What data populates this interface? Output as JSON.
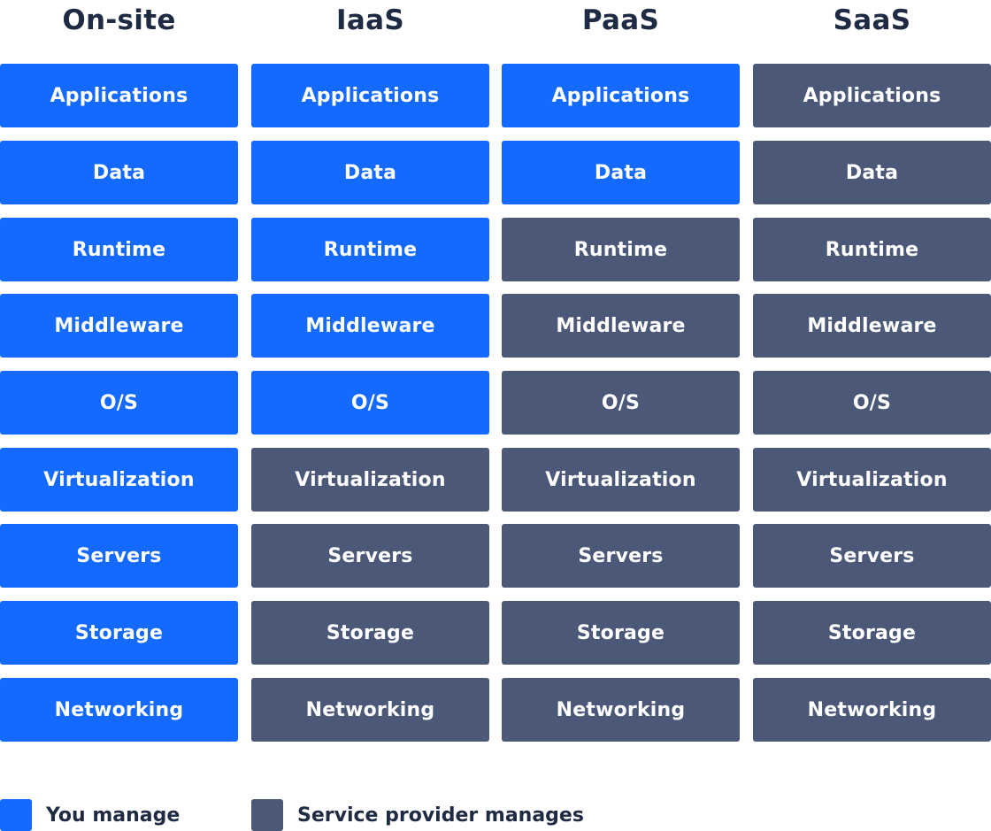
{
  "columns": [
    {
      "title": "On-site",
      "cells": [
        {
          "label": "Applications",
          "managed_by": "you"
        },
        {
          "label": "Data",
          "managed_by": "you"
        },
        {
          "label": "Runtime",
          "managed_by": "you"
        },
        {
          "label": "Middleware",
          "managed_by": "you"
        },
        {
          "label": "O/S",
          "managed_by": "you"
        },
        {
          "label": "Virtualization",
          "managed_by": "you"
        },
        {
          "label": "Servers",
          "managed_by": "you"
        },
        {
          "label": "Storage",
          "managed_by": "you"
        },
        {
          "label": "Networking",
          "managed_by": "you"
        }
      ]
    },
    {
      "title": "IaaS",
      "cells": [
        {
          "label": "Applications",
          "managed_by": "you"
        },
        {
          "label": "Data",
          "managed_by": "you"
        },
        {
          "label": "Runtime",
          "managed_by": "you"
        },
        {
          "label": "Middleware",
          "managed_by": "you"
        },
        {
          "label": "O/S",
          "managed_by": "you"
        },
        {
          "label": "Virtualization",
          "managed_by": "provider"
        },
        {
          "label": "Servers",
          "managed_by": "provider"
        },
        {
          "label": "Storage",
          "managed_by": "provider"
        },
        {
          "label": "Networking",
          "managed_by": "provider"
        }
      ]
    },
    {
      "title": "PaaS",
      "cells": [
        {
          "label": "Applications",
          "managed_by": "you"
        },
        {
          "label": "Data",
          "managed_by": "you"
        },
        {
          "label": "Runtime",
          "managed_by": "provider"
        },
        {
          "label": "Middleware",
          "managed_by": "provider"
        },
        {
          "label": "O/S",
          "managed_by": "provider"
        },
        {
          "label": "Virtualization",
          "managed_by": "provider"
        },
        {
          "label": "Servers",
          "managed_by": "provider"
        },
        {
          "label": "Storage",
          "managed_by": "provider"
        },
        {
          "label": "Networking",
          "managed_by": "provider"
        }
      ]
    },
    {
      "title": "SaaS",
      "cells": [
        {
          "label": "Applications",
          "managed_by": "provider"
        },
        {
          "label": "Data",
          "managed_by": "provider"
        },
        {
          "label": "Runtime",
          "managed_by": "provider"
        },
        {
          "label": "Middleware",
          "managed_by": "provider"
        },
        {
          "label": "O/S",
          "managed_by": "provider"
        },
        {
          "label": "Virtualization",
          "managed_by": "provider"
        },
        {
          "label": "Servers",
          "managed_by": "provider"
        },
        {
          "label": "Storage",
          "managed_by": "provider"
        },
        {
          "label": "Networking",
          "managed_by": "provider"
        }
      ]
    }
  ],
  "legend": {
    "you": {
      "label": "You manage",
      "color": "#1469ff"
    },
    "provider": {
      "label": "Service provider manages",
      "color": "#4c5878"
    }
  },
  "colors": {
    "you_manage": "#1469ff",
    "provider_manages": "#4c5878",
    "title_text": "#1f2b43"
  }
}
